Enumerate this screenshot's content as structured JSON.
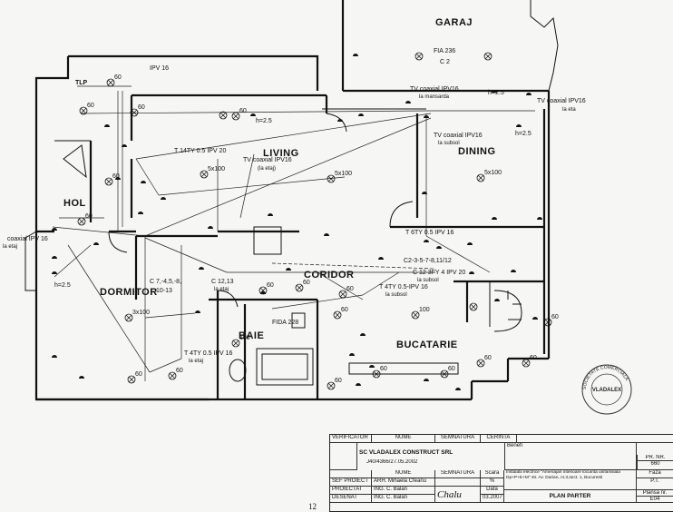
{
  "rooms": {
    "garaj": "GARAJ",
    "living": "LIVING",
    "dining": "DINING",
    "hol": "HOL",
    "coridor": "CORIDOR",
    "dormitor": "DORMITOR",
    "baie": "BAIE",
    "bucatarie": "BUCATARIE"
  },
  "annotations": {
    "fia236": "FIA 236",
    "c2_garaj": "C 2",
    "ipv16_top": "IPV 16",
    "tlp": "TLP",
    "tv_coaxial_mansarda": "TV coaxial IPV16",
    "la_mansarda": "la mansarda",
    "tv_coaxial_etaj": "TV coaxial IPV16",
    "la_etaj_living": "(la etaj)",
    "tv_coaxial_subsol": "TV coaxial IPV16",
    "la_subsol_top": "la subsol",
    "tv_coaxial_right": "TV coaxial IPV16",
    "la_eta": "la eta",
    "ty_ipv20": "T 14TY 0.5 IPV 20",
    "coaxial_left": "coaxial IPV 16",
    "la_etaj_left": "la etaj",
    "h25_a": "h=2.5",
    "h25_b": "h=2.5",
    "h25_c": "h=2.5",
    "h25_d": "h=2.5",
    "c_list_1": "C 7,-4,5,-8,",
    "c_list_2": "10-13",
    "c12_13": "C 12,13",
    "la_etaj_cor": "la etaj",
    "fida": "FIDA 228",
    "ty_dormitor": "T 4TY 0.5 IPV 16",
    "la_etaj_dorm": "la etaj",
    "ty_coridor": "T 6TY 0.5 IPV 16",
    "c2_list": "C2-3-5-7-8,11/12",
    "c12_3fy": "C 12 3FY 4 IPV 20",
    "la_subsol_mid": "la subsol",
    "t4ty": "T 4TY 0.5-IPV 16",
    "la_subsol_low": "la subsol",
    "lamp_5x100": "5x100",
    "lamp_3x100": "3x100",
    "lamp_100": "100",
    "n60": "60"
  },
  "title_block": {
    "verificator": "VERIFICATOR",
    "nume": "NUME",
    "semnatura": "SEMNATURA",
    "cerinta": "CERINTA",
    "firm": "SC VLADALEX CONSTRUCT SRL",
    "reg": "J40/4366/27.05.2002",
    "beneficiar": "Benefi",
    "pr_nr_label": "PR. NR.",
    "pr_nr": "660",
    "sef_proiect": "SEF PROIECT",
    "sef_name": "ARH. Mihaela Cfeanu",
    "proiectat": "PROIECTAT",
    "proiectat_name": "ING. C. Balan",
    "desenat": "DESENAT",
    "desenat_name": "ING. C. Balan",
    "scara_label": "Scara",
    "scara": "%",
    "data_label": "Data",
    "data": "03.2007",
    "descriere": "Instalatii electrice \"Amenajari interioare locuinta unifamiliala Dp+P+E+M\" str. Av. Darian, nr.3,sect. 1, Bucuresti",
    "faza_label": "Faza",
    "faza": "P.T.",
    "plan": "PLAN PARTER",
    "plansa_label": "Plansa nr.",
    "plansa": "E04",
    "signature": "Chalu"
  },
  "stamp": {
    "text_top": "VLADALEX",
    "text_mid": "SOCIETATE COMERCIALA"
  },
  "page_mark": "12"
}
